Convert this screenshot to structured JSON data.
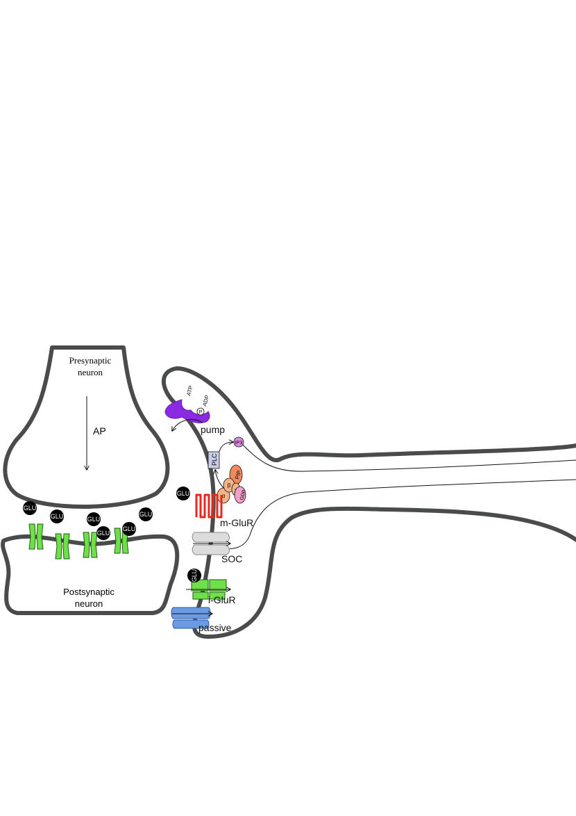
{
  "labels": {
    "presynaptic_line1": "Presynaptic",
    "presynaptic_line2": "neuron",
    "ap": "AP",
    "postsynaptic_line1": "Postsynaptic",
    "postsynaptic_line2": "neuron",
    "atp": "ATP",
    "adp": "ADP",
    "phosphate": "P",
    "pump": "pump",
    "plc": "PLC",
    "ip3": "IP3",
    "pip": "PIP",
    "gdp": "GDP",
    "alpha": "α",
    "beta": "β",
    "gamma": "γ",
    "mglur": "m-GluR",
    "soc": "SOC",
    "iglur": "i-GluR",
    "passive": "passive",
    "glu": "GLU"
  },
  "colors": {
    "membrane": "#4a4c4b",
    "pump": "#8a2be2",
    "glu_receptor": "#6fe04a",
    "mglur": "#e8281e",
    "soc": "#dcdcdc",
    "passive": "#6b9be0",
    "plc": "#c9cde8",
    "ip3": "#d98ee0",
    "pip": "#f08a5d",
    "g_protein": "#f3b48a",
    "gdp": "#f0a0c8",
    "glu_molecule": "#000000"
  }
}
